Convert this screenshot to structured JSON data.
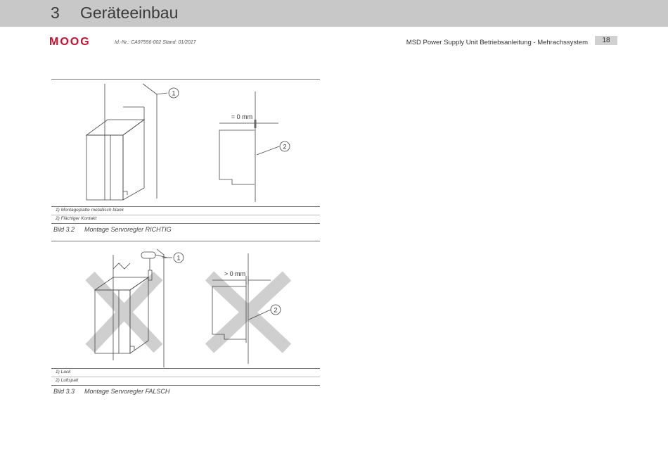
{
  "header": {
    "chapter_number": "3",
    "chapter_title": "Geräteeinbau",
    "logo_text": "MOOG",
    "doc_id": "Id.-Nr.: CA97556-002 Stand: 01/2017",
    "manual_title": "MSD Power Supply Unit Betriebsanleitung - Mehrachssystem",
    "page_number": "18"
  },
  "figures": [
    {
      "dimension_label": "= 0 mm",
      "callouts": [
        "1",
        "2"
      ],
      "legend": [
        "1) Montageplatte metallisch blank",
        "2) Flächiger Kontakt"
      ],
      "caption_number": "Bild 3.2",
      "caption_text": "Montage Servoregler RICHTIG"
    },
    {
      "dimension_label": "> 0 mm",
      "callouts": [
        "1",
        "2"
      ],
      "legend": [
        "1) Lack",
        "2) Luftspalt"
      ],
      "caption_number": "Bild 3.3",
      "caption_text": "Montage Servoregler FALSCH"
    }
  ]
}
